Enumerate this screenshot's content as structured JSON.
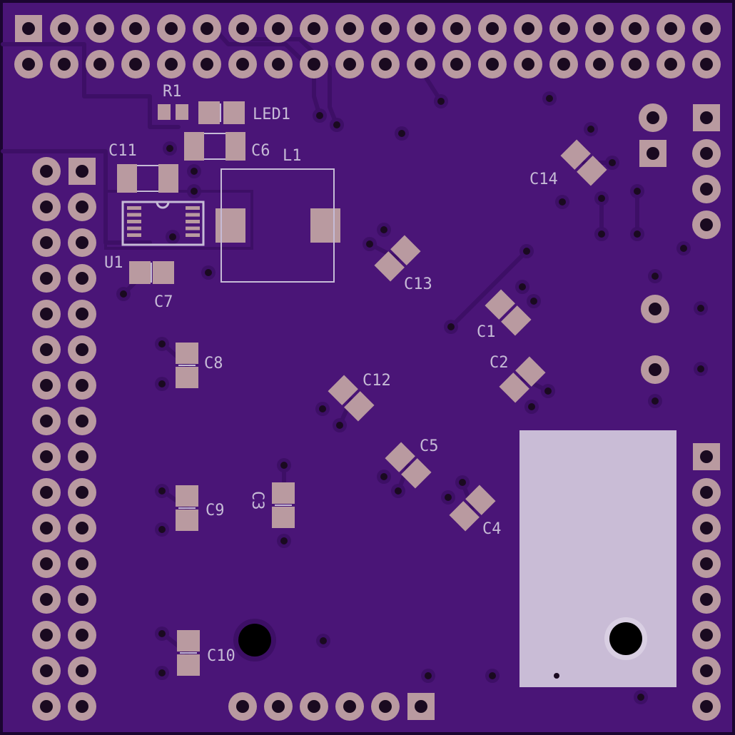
{
  "board": {
    "colors": {
      "substrate": "#4a1577",
      "outline": "#1b0530",
      "copper_trace": "#3d0f66",
      "pad": "#b99aa0",
      "pad_alt": "#c0a0a6",
      "drill": "#1a0a20",
      "silkscreen": "#c6bbd6",
      "shield_fill": "#c9bcd6",
      "mount_hole": "#000000"
    }
  },
  "labels": {
    "r1": "R1",
    "led1": "LED1",
    "c11": "C11",
    "c6": "C6",
    "l1": "L1",
    "c14": "C14",
    "u1": "U1",
    "c7": "C7",
    "c13": "C13",
    "c1": "C1",
    "c8": "C8",
    "c12": "C12",
    "c2": "C2",
    "c5": "C5",
    "c3": "C3",
    "c9": "C9",
    "c4": "C4",
    "c10": "C10"
  }
}
